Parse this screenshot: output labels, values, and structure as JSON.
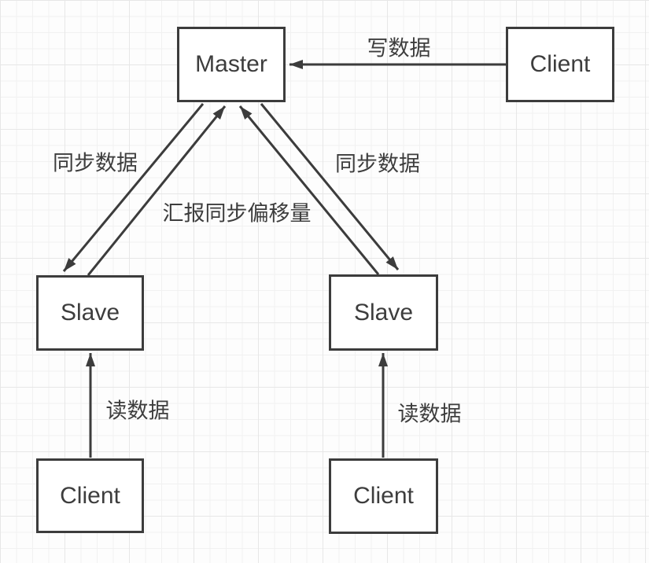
{
  "nodes": {
    "master": {
      "label": "Master"
    },
    "client_top_right": {
      "label": "Client"
    },
    "slave_left": {
      "label": "Slave"
    },
    "slave_right": {
      "label": "Slave"
    },
    "client_bottom_left": {
      "label": "Client"
    },
    "client_bottom_right": {
      "label": "Client"
    }
  },
  "edges": {
    "write_data": {
      "label": "写数据",
      "from": "client_top_right",
      "to": "master"
    },
    "sync_data_left": {
      "label": "同步数据",
      "from": "master",
      "to": "slave_left"
    },
    "report_sync_offset": {
      "label": "汇报同步偏移量",
      "from": "slave_left",
      "to": "master"
    },
    "sync_data_right": {
      "label": "同步数据",
      "from": "master",
      "to": "slave_right"
    },
    "report_right": {
      "label": "",
      "from": "slave_right",
      "to": "master"
    },
    "read_data_left": {
      "label": "读数据",
      "from": "client_bottom_left",
      "to": "slave_left"
    },
    "read_data_right": {
      "label": "读数据",
      "from": "client_bottom_right",
      "to": "slave_right"
    }
  },
  "colors": {
    "stroke": "#3c3c3c",
    "text": "#3d3d3d",
    "node_fill": "#ffffff",
    "grid_minor": "#f1f1f1",
    "grid_major": "#e7e7e7",
    "background": "#fdfdfd"
  }
}
